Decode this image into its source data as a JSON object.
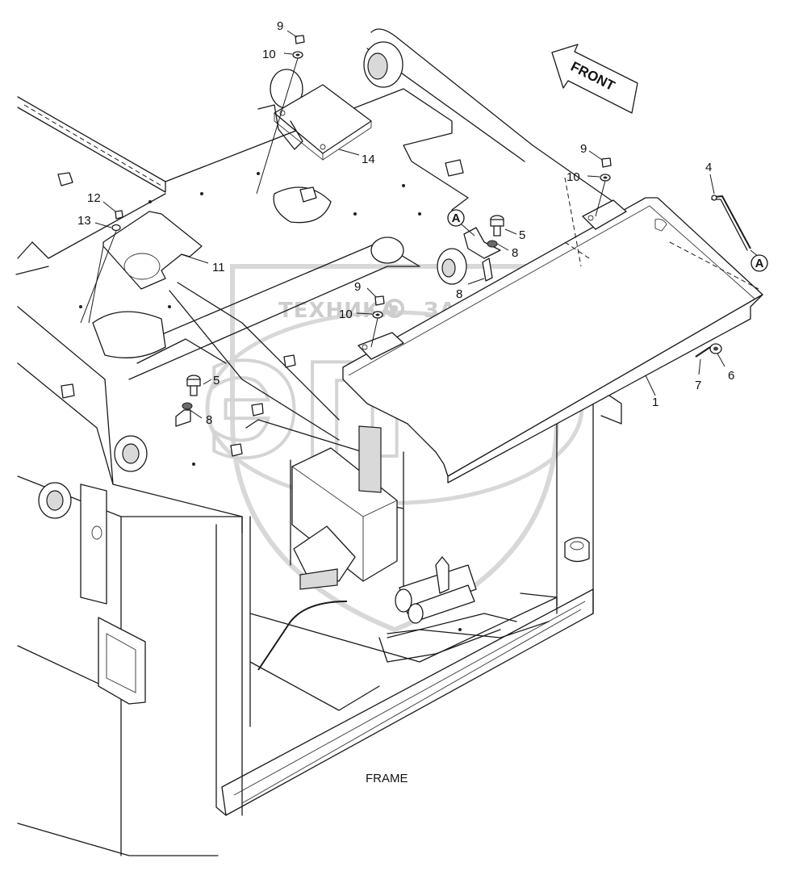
{
  "diagram": {
    "caption": "FRAME",
    "front_arrow_label": "FRONT",
    "detail_marker": "A",
    "callouts": {
      "c1": "1",
      "c4": "4",
      "c5a": "5",
      "c5b": "5",
      "c6": "6",
      "c7": "7",
      "c8a": "8",
      "c8b": "8",
      "c8c": "8",
      "c9a": "9",
      "c9b": "9",
      "c9c": "9",
      "c10a": "10",
      "c10b": "10",
      "c10c": "10",
      "c11": "11",
      "c12": "12",
      "c13": "13",
      "c14": "14"
    }
  },
  "watermark": {
    "text_left": "ТЕХНИКА",
    "text_right": "ЗАПЧАСТИ",
    "big_letters": "ЭПФ",
    "color": "#cccccc"
  }
}
